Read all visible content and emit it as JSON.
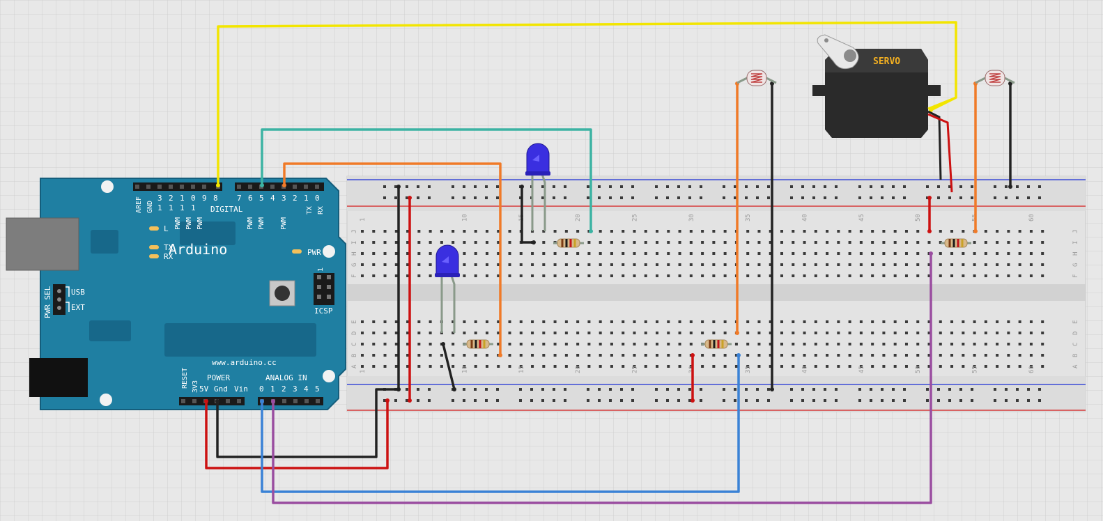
{
  "colors": {
    "grid_background": "#e8e8e8",
    "grid_line": "#cfcfcf",
    "arduino_board": "#1f7fa2",
    "arduino_dark": "#17688a",
    "breadboard": "#e3e3e3",
    "rail_blue": "#3b4bd6",
    "rail_red": "#d63b3b",
    "wire_yellow": "#f2e500",
    "wire_teal": "#3cb3a3",
    "wire_orange": "#f07a28",
    "wire_red": "#cc1111",
    "wire_black": "#222222",
    "wire_blue": "#3a82d6",
    "wire_purple": "#9a4da0",
    "led_blue": "#3a2fe0",
    "servo_body": "#2a2a2a",
    "servo_label": "#f4b021"
  },
  "arduino": {
    "brand": "Arduino",
    "website": "www.arduino.cc",
    "digital_label": "DIGITAL",
    "power_label": "POWER",
    "analog_label": "ANALOG IN",
    "icsp_label": "ICSP",
    "icsp_pin": "1",
    "pwr_label": "PWR",
    "l_label": "L",
    "tx_label": "TX",
    "rx_label": "RX",
    "usb_label": "USB",
    "ext_label": "EXT",
    "pwr_sel_label": "PWR SEL",
    "top_pins_left": [
      "AREF",
      "GND",
      "13",
      "12",
      "11",
      "10",
      "9",
      "8"
    ],
    "top_pins_right": [
      "7",
      "6",
      "5",
      "4",
      "3",
      "2",
      "1",
      "0"
    ],
    "top_pin_digits_left": [
      "3",
      "2",
      "1",
      "0",
      "9",
      "8"
    ],
    "top_pin_ones": [
      "1",
      "1",
      "1",
      "1"
    ],
    "pwm_label": "PWM",
    "txrx_pins": [
      "TX",
      "RX"
    ],
    "power_pins": [
      "RESET",
      "3V3",
      "5V",
      "Gnd",
      "Vin"
    ],
    "analog_pins": [
      "0",
      "1",
      "2",
      "3",
      "4",
      "5"
    ]
  },
  "breadboard": {
    "column_numbers": [
      "1",
      "10",
      "15",
      "20",
      "25",
      "30",
      "35",
      "40",
      "45",
      "50",
      "55",
      "60"
    ],
    "row_letters_top": [
      "J",
      "I",
      "H",
      "G",
      "F"
    ],
    "row_letters_bottom": [
      "E",
      "D",
      "C",
      "B",
      "A"
    ]
  },
  "servo": {
    "label": "SERVO"
  }
}
